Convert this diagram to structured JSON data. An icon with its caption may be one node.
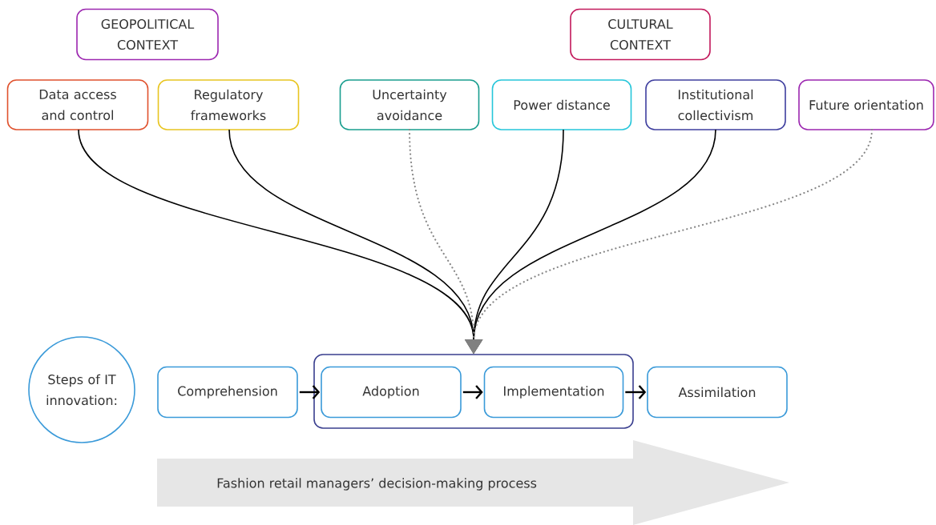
{
  "diagram": {
    "nodes": [
      {
        "text": [
          "GEOPOLITICAL CONTEXT"
        ]
      },
      {
        "text": [
          "CULTURAL CONTEXT"
        ]
      },
      {
        "text": [
          "Data access and control"
        ]
      },
      {
        "text": [
          "Regulatory frameworks"
        ]
      },
      {
        "text": [
          "Uncertainty avoidance"
        ]
      },
      {
        "text": [
          "Power distance"
        ]
      },
      {
        "text": [
          "Institutional collectivism"
        ]
      },
      {
        "text": [
          "Future orientation"
        ]
      },
      {
        "text": [
          "Steps of IT innovation:"
        ]
      },
      {
        "text": [],
        "shape": "box"
      },
      {
        "text": [
          "Comprehension"
        ]
      },
      {
        "text": [
          "Adoption"
        ],
        "in": 9
      },
      {
        "text": [
          "Implementation"
        ],
        "in": 9
      },
      {
        "text": [
          "Assimilation"
        ]
      },
      {
        "text": [
          "Fashion retail managers’ decision-making process"
        ]
      }
    ],
    "edges": [
      {
        "from": 2,
        "to": 9,
        "arrow": "to"
      },
      {
        "from": 3,
        "to": 9,
        "arrow": "to"
      },
      {
        "from": 4,
        "to": 9,
        "arrow": "to",
        "style": "dashed",
        "color": "#888888"
      },
      {
        "from": 5,
        "to": 9,
        "arrow": "to"
      },
      {
        "from": 6,
        "to": 9,
        "arrow": "to"
      },
      {
        "from": 7,
        "to": 9,
        "arrow": "to",
        "style": "dashed",
        "color": "#888888"
      },
      {
        "from": 10,
        "to": 11,
        "arrow": "to"
      },
      {
        "from": 11,
        "to": 12,
        "arrow": "to"
      },
      {
        "from": 12,
        "to": 13,
        "arrow": "to"
      }
    ]
  }
}
